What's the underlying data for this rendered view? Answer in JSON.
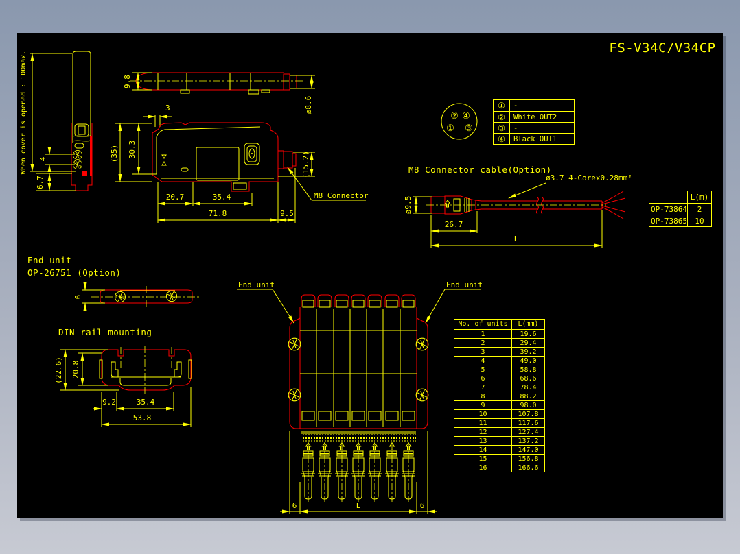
{
  "title": "FS-V34C/V34CP",
  "side_view": {
    "note": "When cover is opened : 100max.",
    "dim_a": "4",
    "dim_b": "6.7"
  },
  "top_view": {
    "dim_h": "9.8",
    "dim_d": "ø8.6",
    "dim_t": "3"
  },
  "front_view": {
    "dim_total_h": "(35)",
    "dim_h": "30.3",
    "dim_a": "20.7",
    "dim_b": "35.4",
    "dim_len": "71.8",
    "dim_c": "9.5",
    "dim_conn_h": "(15.2)",
    "label": "M8 Connector"
  },
  "pin_diagram": {
    "p1": "①",
    "p2": "②",
    "p3": "③",
    "p4": "④",
    "table": {
      "rows": [
        {
          "pin": "①",
          "signal": "-"
        },
        {
          "pin": "②",
          "signal": "White OUT2"
        },
        {
          "pin": "③",
          "signal": "-"
        },
        {
          "pin": "④",
          "signal": "Black OUT1"
        }
      ]
    }
  },
  "cable": {
    "heading": "M8 Connector cable(Option)",
    "spec": "ø3.7 4-Corex0.28mm²",
    "dim_d": "ø9.5",
    "dim_a": "26.7",
    "dim_len": "L",
    "table": {
      "model_header": "",
      "l_header": "L(m)",
      "rows": [
        {
          "model": "OP-73864",
          "l": "2"
        },
        {
          "model": "OP-73865",
          "l": "10"
        }
      ]
    }
  },
  "end_unit": {
    "name": "End unit",
    "model": "OP-26751 (Option)",
    "dim": "6"
  },
  "din_rail": {
    "heading": "DIN-rail mounting",
    "dim_total_h": "(22.6)",
    "dim_h": "20.8",
    "dim_a": "9.2",
    "dim_b": "35.4",
    "dim_w": "53.8"
  },
  "gang_view": {
    "left_label": "End unit",
    "right_label": "End unit",
    "dim_left": "6",
    "dim_len": "L",
    "dim_right": "6"
  },
  "units_table": {
    "h1": "No. of units",
    "h2": "L(mm)",
    "rows": [
      [
        "1",
        "19.6"
      ],
      [
        "2",
        "29.4"
      ],
      [
        "3",
        "39.2"
      ],
      [
        "4",
        "49.0"
      ],
      [
        "5",
        "58.8"
      ],
      [
        "6",
        "68.6"
      ],
      [
        "7",
        "78.4"
      ],
      [
        "8",
        "88.2"
      ],
      [
        "9",
        "98.0"
      ],
      [
        "10",
        "107.8"
      ],
      [
        "11",
        "117.6"
      ],
      [
        "12",
        "127.4"
      ],
      [
        "13",
        "137.2"
      ],
      [
        "14",
        "147.0"
      ],
      [
        "15",
        "156.8"
      ],
      [
        "16",
        "166.6"
      ]
    ]
  }
}
